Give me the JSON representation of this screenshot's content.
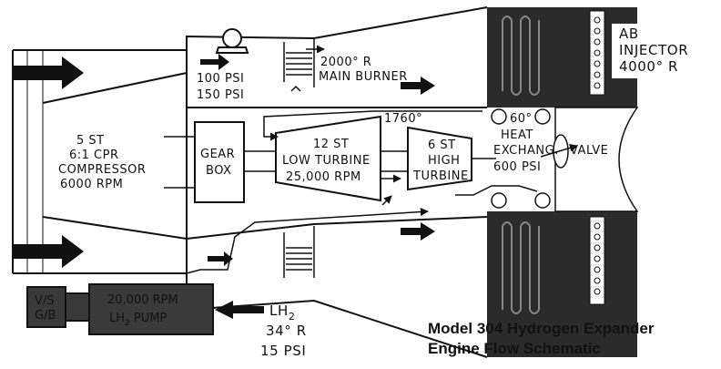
{
  "title": {
    "line1": "Model 304 Hydrogen Expander",
    "line2": "Engine Flow Schematic"
  },
  "labels": {
    "psi_100": "100 PSI",
    "psi_150": "150 PSI",
    "main_burner_temp": "2000° R",
    "main_burner": "MAIN BURNER",
    "ab_line1": "AB",
    "ab_line2": "INJECTOR",
    "ab_line3": "4000° R",
    "temp_1760": "1760°",
    "temp_60": "60°",
    "heat_line1": "HEAT",
    "heat_line2": "EXCHANG.",
    "heat_line3": "600 PSI",
    "valve": "VALVE",
    "compressor_line1": "5 ST",
    "compressor_line2": "6:1 CPR",
    "compressor_line3": "COMPRESSOR",
    "compressor_line4": "6000 RPM",
    "gearbox_line1": "GEAR",
    "gearbox_line2": "BOX",
    "low_turbine_line1": "12 ST",
    "low_turbine_line2": "LOW TURBINE",
    "low_turbine_line3": "25,000 RPM",
    "high_turbine_line1": "6 ST",
    "high_turbine_line2": "HIGH",
    "high_turbine_line3": "TURBINE",
    "vs_line1": "V/S",
    "vs_line2": "G/B",
    "pump_line1": "20,000 RPM",
    "pump_line2": "LH",
    "pump_line2_sub": "2",
    "pump_line2_tail": " PUMP",
    "lh2_main": "LH",
    "lh2_sub": "2",
    "lh2_temp": "34° R",
    "lh2_psi": "15 PSI"
  },
  "colors": {
    "ink": "#111111",
    "dark_block": "#2b2b2b",
    "pump_fill": "#3a3a3a",
    "paper": "#ffffff"
  }
}
